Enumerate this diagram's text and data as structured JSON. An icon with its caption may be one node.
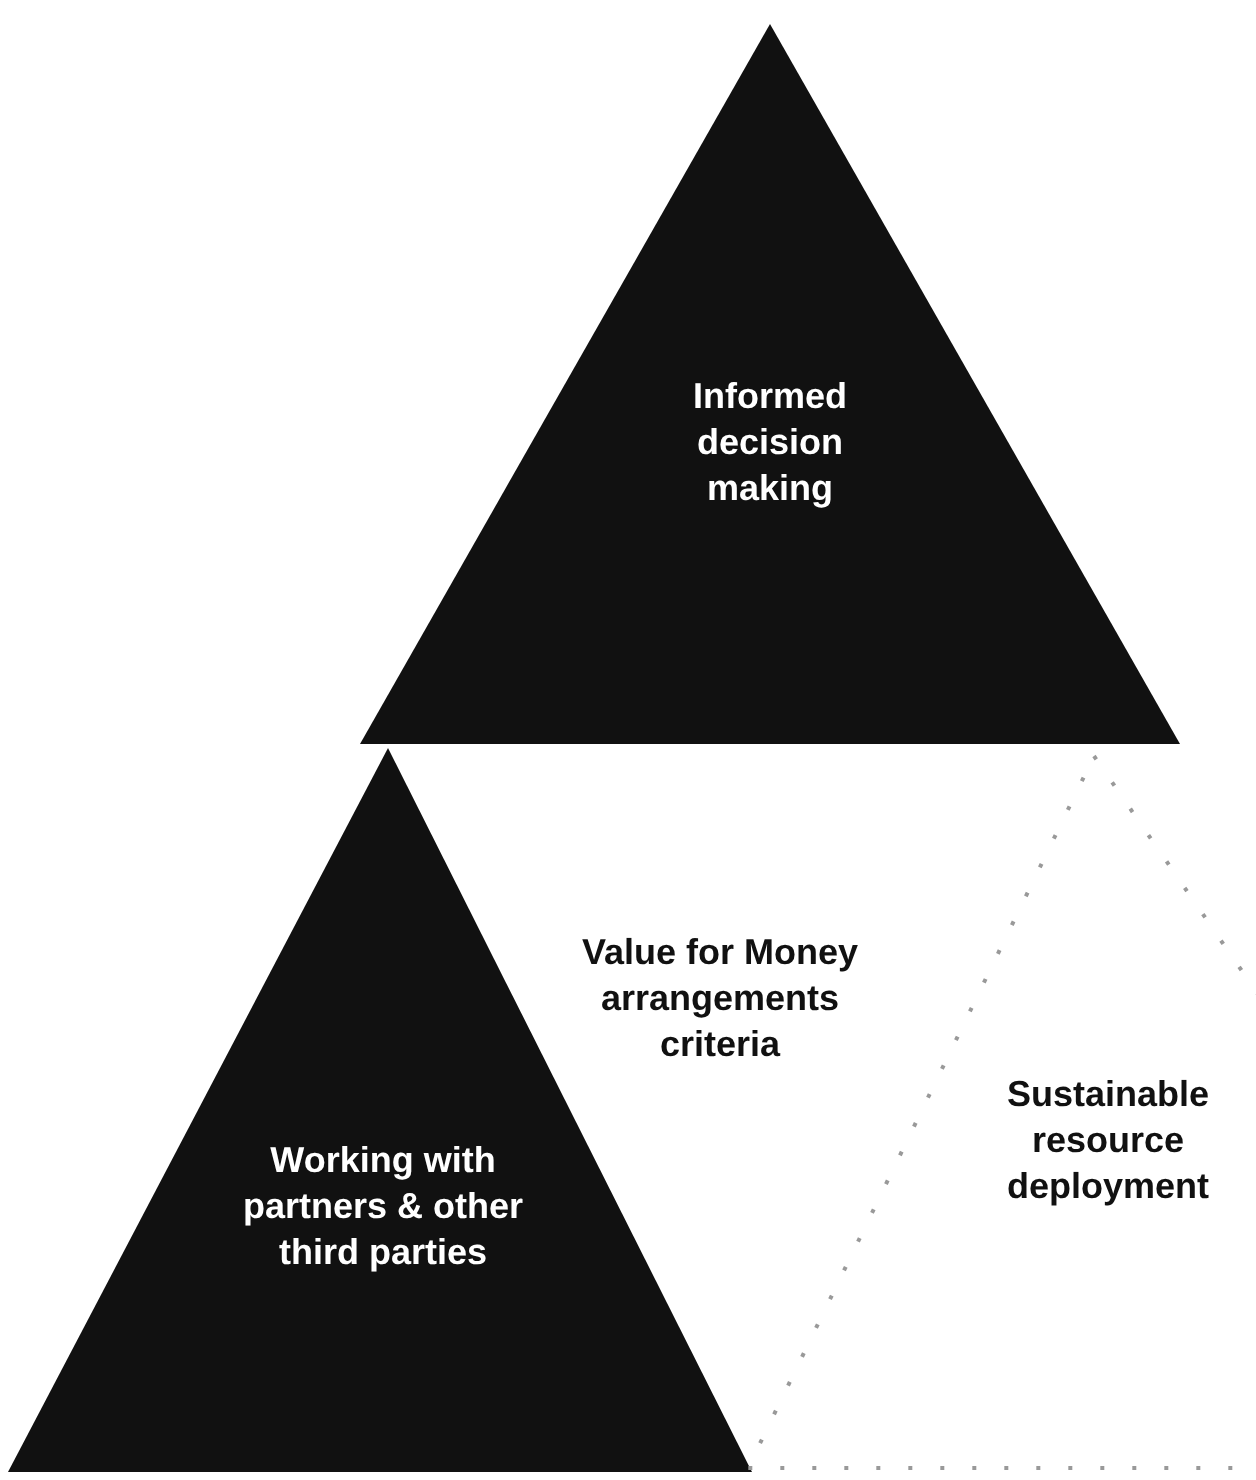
{
  "diagram": {
    "nodes": [
      {
        "text": [
          "Informed decision making"
        ]
      },
      {
        "text": [
          "Working with partners & other third parties"
        ]
      },
      {
        "text": [
          "Sustainable resource deployment"
        ]
      }
    ],
    "edges": [],
    "labels": [
      "Value for Money arrangements criteria"
    ]
  }
}
